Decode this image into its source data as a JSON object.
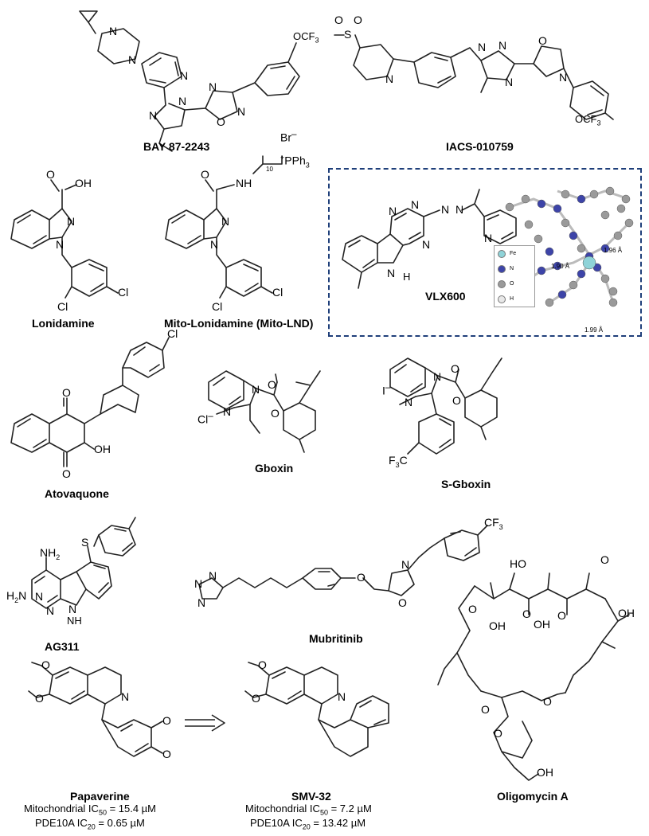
{
  "molecules": {
    "bay": {
      "name": "BAY 87-2243",
      "ocf3": "OCF"
    },
    "iacs": {
      "name": "IACS-010759",
      "ocf3": "OCF"
    },
    "lonidamine": {
      "name": "Lonidamine",
      "oh": "OH"
    },
    "mitolnd": {
      "name": "Mito-Lonidamine (Mito-LND)",
      "br": "Br",
      "pph3": "PPh",
      "nh": "NH",
      "sub10": "10"
    },
    "vlx600": {
      "name": "VLX600",
      "dist1": "1.96 Å",
      "dist2": "1.90 Å",
      "dist3": "1.99 Å"
    },
    "atovaquone": {
      "name": "Atovaquone",
      "oh": "OH"
    },
    "gboxin": {
      "name": "Gboxin",
      "anion": "Cl"
    },
    "sgboxin": {
      "name": "S-Gboxin",
      "anion": "I",
      "cf3": "F"
    },
    "ag311": {
      "name": "AG311",
      "nh2a": "NH",
      "nh2b": "H",
      "nh": "NH"
    },
    "mubritinib": {
      "name": "Mubritinib",
      "cf3": "CF"
    },
    "oligomycin": {
      "name": "Oligomycin A",
      "ho": "HO",
      "oh": "OH"
    },
    "papaverine": {
      "name": "Papaverine",
      "line1": "Mitochondrial IC",
      "sub1": "50",
      "val1": " = 15.4 µM",
      "line2": "PDE10A IC",
      "sub2": "20",
      "val2": " = 0.65 µM"
    },
    "smv32": {
      "name": "SMV-32",
      "line1": "Mitochondrial IC",
      "sub1": "50",
      "val1": " = 7.2 µM",
      "line2": "PDE10A IC",
      "sub2": "20",
      "val2": " = 13.42 µM"
    }
  },
  "legend": [
    {
      "label": "Fe",
      "color": "#8fd3d8"
    },
    {
      "label": "N",
      "color": "#3d44a8"
    },
    {
      "label": "O",
      "color": "#9a9a9a"
    },
    {
      "label": "H",
      "color": "#e8e8e8"
    }
  ],
  "colors": {
    "box_border": "#1f3f7a",
    "carbon": "#9a9a9a",
    "nitrogen": "#3d44a8",
    "iron": "#8fd3d8"
  }
}
